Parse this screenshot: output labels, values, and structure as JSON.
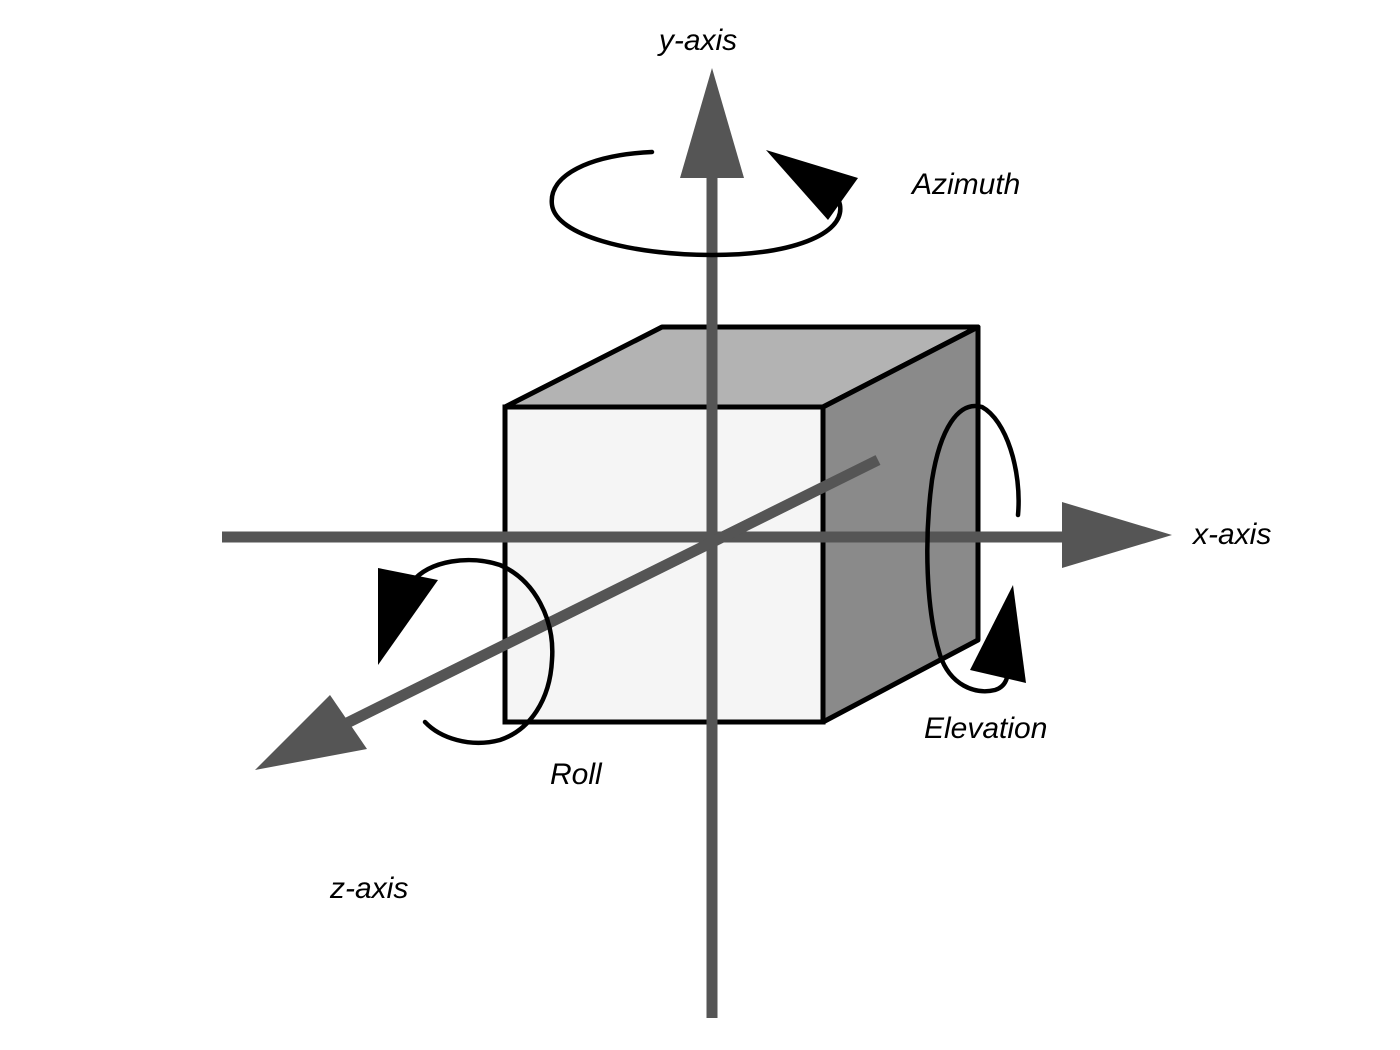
{
  "labels": {
    "y_axis": "y-axis",
    "x_axis": "x-axis",
    "z_axis": "z-axis",
    "azimuth": "Azimuth",
    "elevation": "Elevation",
    "roll": "Roll"
  },
  "colors": {
    "axis": "#555555",
    "cube_front": "#f5f5f5",
    "cube_top": "#b3b3b3",
    "cube_side": "#8a8a8a",
    "outline": "#000000",
    "rotation_arrow": "#000000"
  }
}
